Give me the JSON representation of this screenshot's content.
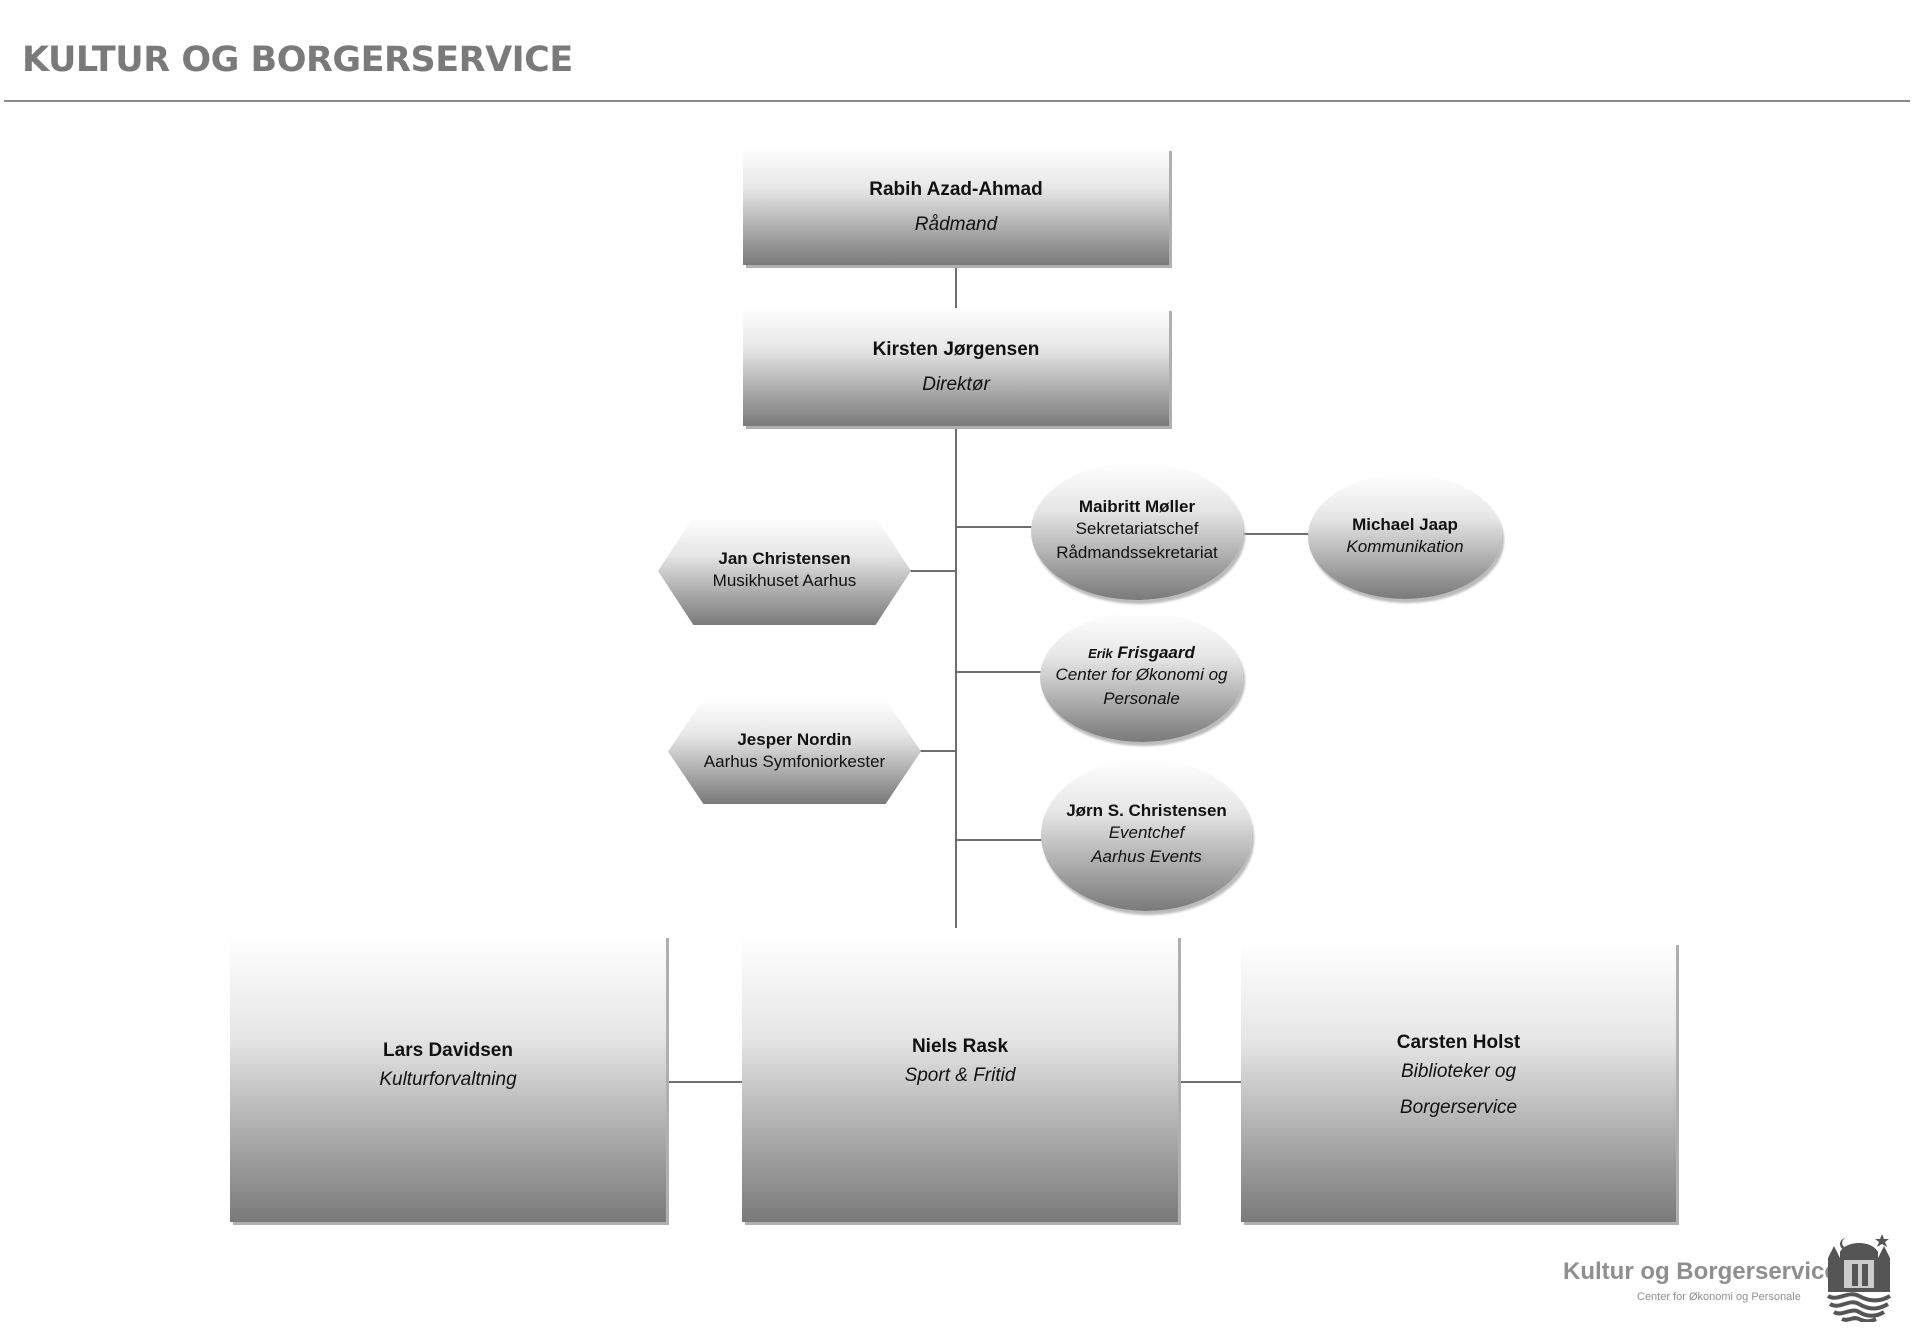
{
  "header": {
    "title": "KULTUR OG BORGERSERVICE"
  },
  "nodes": {
    "raadmand": {
      "name": "Rabih Azad-Ahmad",
      "role": "Rådmand"
    },
    "direktor": {
      "name": "Kirsten Jørgensen",
      "role": "Direktør"
    },
    "maibritt": {
      "name": "Maibritt Møller",
      "role1": "Sekretariatschef",
      "role2": "Rådmandssekretariat"
    },
    "michael": {
      "name": "Michael Jaap",
      "role": "Kommunikation"
    },
    "erik": {
      "first": "Erik",
      "last": "Frisgaard",
      "role1": "Center for Økonomi og",
      "role2": "Personale"
    },
    "jorn": {
      "name": "Jørn S. Christensen",
      "role1": "Eventchef",
      "role2": "Aarhus Events"
    },
    "jan": {
      "name": "Jan Christensen",
      "role": "Musikhuset Aarhus"
    },
    "jesper": {
      "name": "Jesper Nordin",
      "role": "Aarhus Symfoniorkester"
    },
    "lars": {
      "name": "Lars Davidsen",
      "role": "Kulturforvaltning"
    },
    "niels": {
      "name": "Niels Rask",
      "role": "Sport & Fritid"
    },
    "carsten": {
      "name": "Carsten Holst",
      "role1": "Biblioteker og",
      "role2": "Borgerservice"
    }
  },
  "footer": {
    "logo_title": "Kultur og Borgerservice",
    "logo_subtitle": "Center for Økonomi og Personale",
    "crest_icon": "aarhus-crest-icon"
  }
}
